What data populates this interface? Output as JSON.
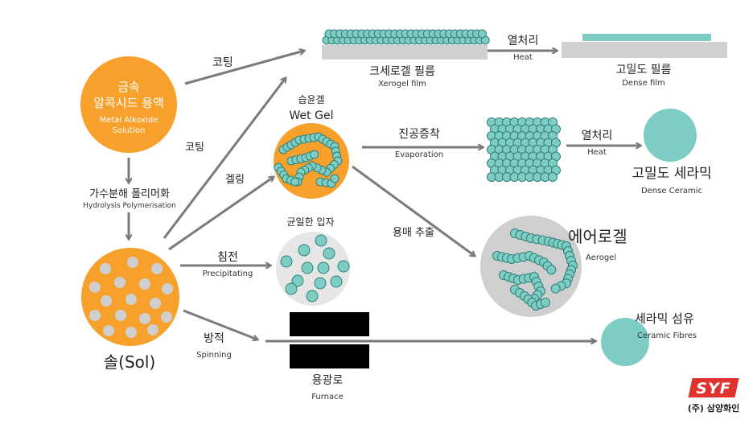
{
  "labels": {
    "metal_alkoxide_ko_1": "금속",
    "metal_alkoxide_ko_2": "알콕시드 용액",
    "metal_alkoxide_en_1": "Metal Alkoxide",
    "metal_alkoxide_en_2": "Solution",
    "coating_top": "코팅",
    "coating_mid": "코팅",
    "xerogel_ko": "크세로겔 필름",
    "xerogel_en": "Xerogel film",
    "heat1_ko": "열처리",
    "heat1_en": "Heat",
    "dense_film_ko": "고밀도 필름",
    "dense_film_en": "Dense film",
    "wetgel_ko": "습윤겔",
    "wetgel_en": "Wet Gel",
    "evap_ko": "진공증착",
    "evap_en": "Evaporation",
    "heat2_ko": "열처리",
    "heat2_en": "Heat",
    "dense_ceramic_ko": "고밀도 세라믹",
    "dense_ceramic_en": "Dense Ceramic",
    "hydrolysis_ko": "가수분해 폴리머화",
    "hydrolysis_en": "Hydrolysis Polymerisation",
    "gelling": "겔링",
    "uniform_ko": "균일한 입자",
    "precip_ko": "침전",
    "precip_en": "Precipitating",
    "solvent_ko": "용매 추출",
    "aerogel_ko": "에어로겔",
    "aerogel_en": "Aerogel",
    "sol_ko": "솔(Sol)",
    "spinning_ko": "방적",
    "spinning_en": "Spinning",
    "furnace_ko": "용광로",
    "furnace_en": "Furnace",
    "fibres_ko": "세라믹 섬유",
    "fibres_en": "Ceramic Fibres",
    "company": "(주) 삼양화인",
    "logo": "SYF"
  },
  "colors": {
    "orange": "#f7a12c",
    "teal": "#7ecdc4",
    "teal_dark": "#2f7f77",
    "grey_circle": "#cfcfcf",
    "light_grey": "#e6e6e6",
    "arrow": "#7a7a7a",
    "black": "#000000",
    "logo_red": "#e0322e"
  },
  "icons": [
    "arrow-icon",
    "syf-logo-icon"
  ]
}
